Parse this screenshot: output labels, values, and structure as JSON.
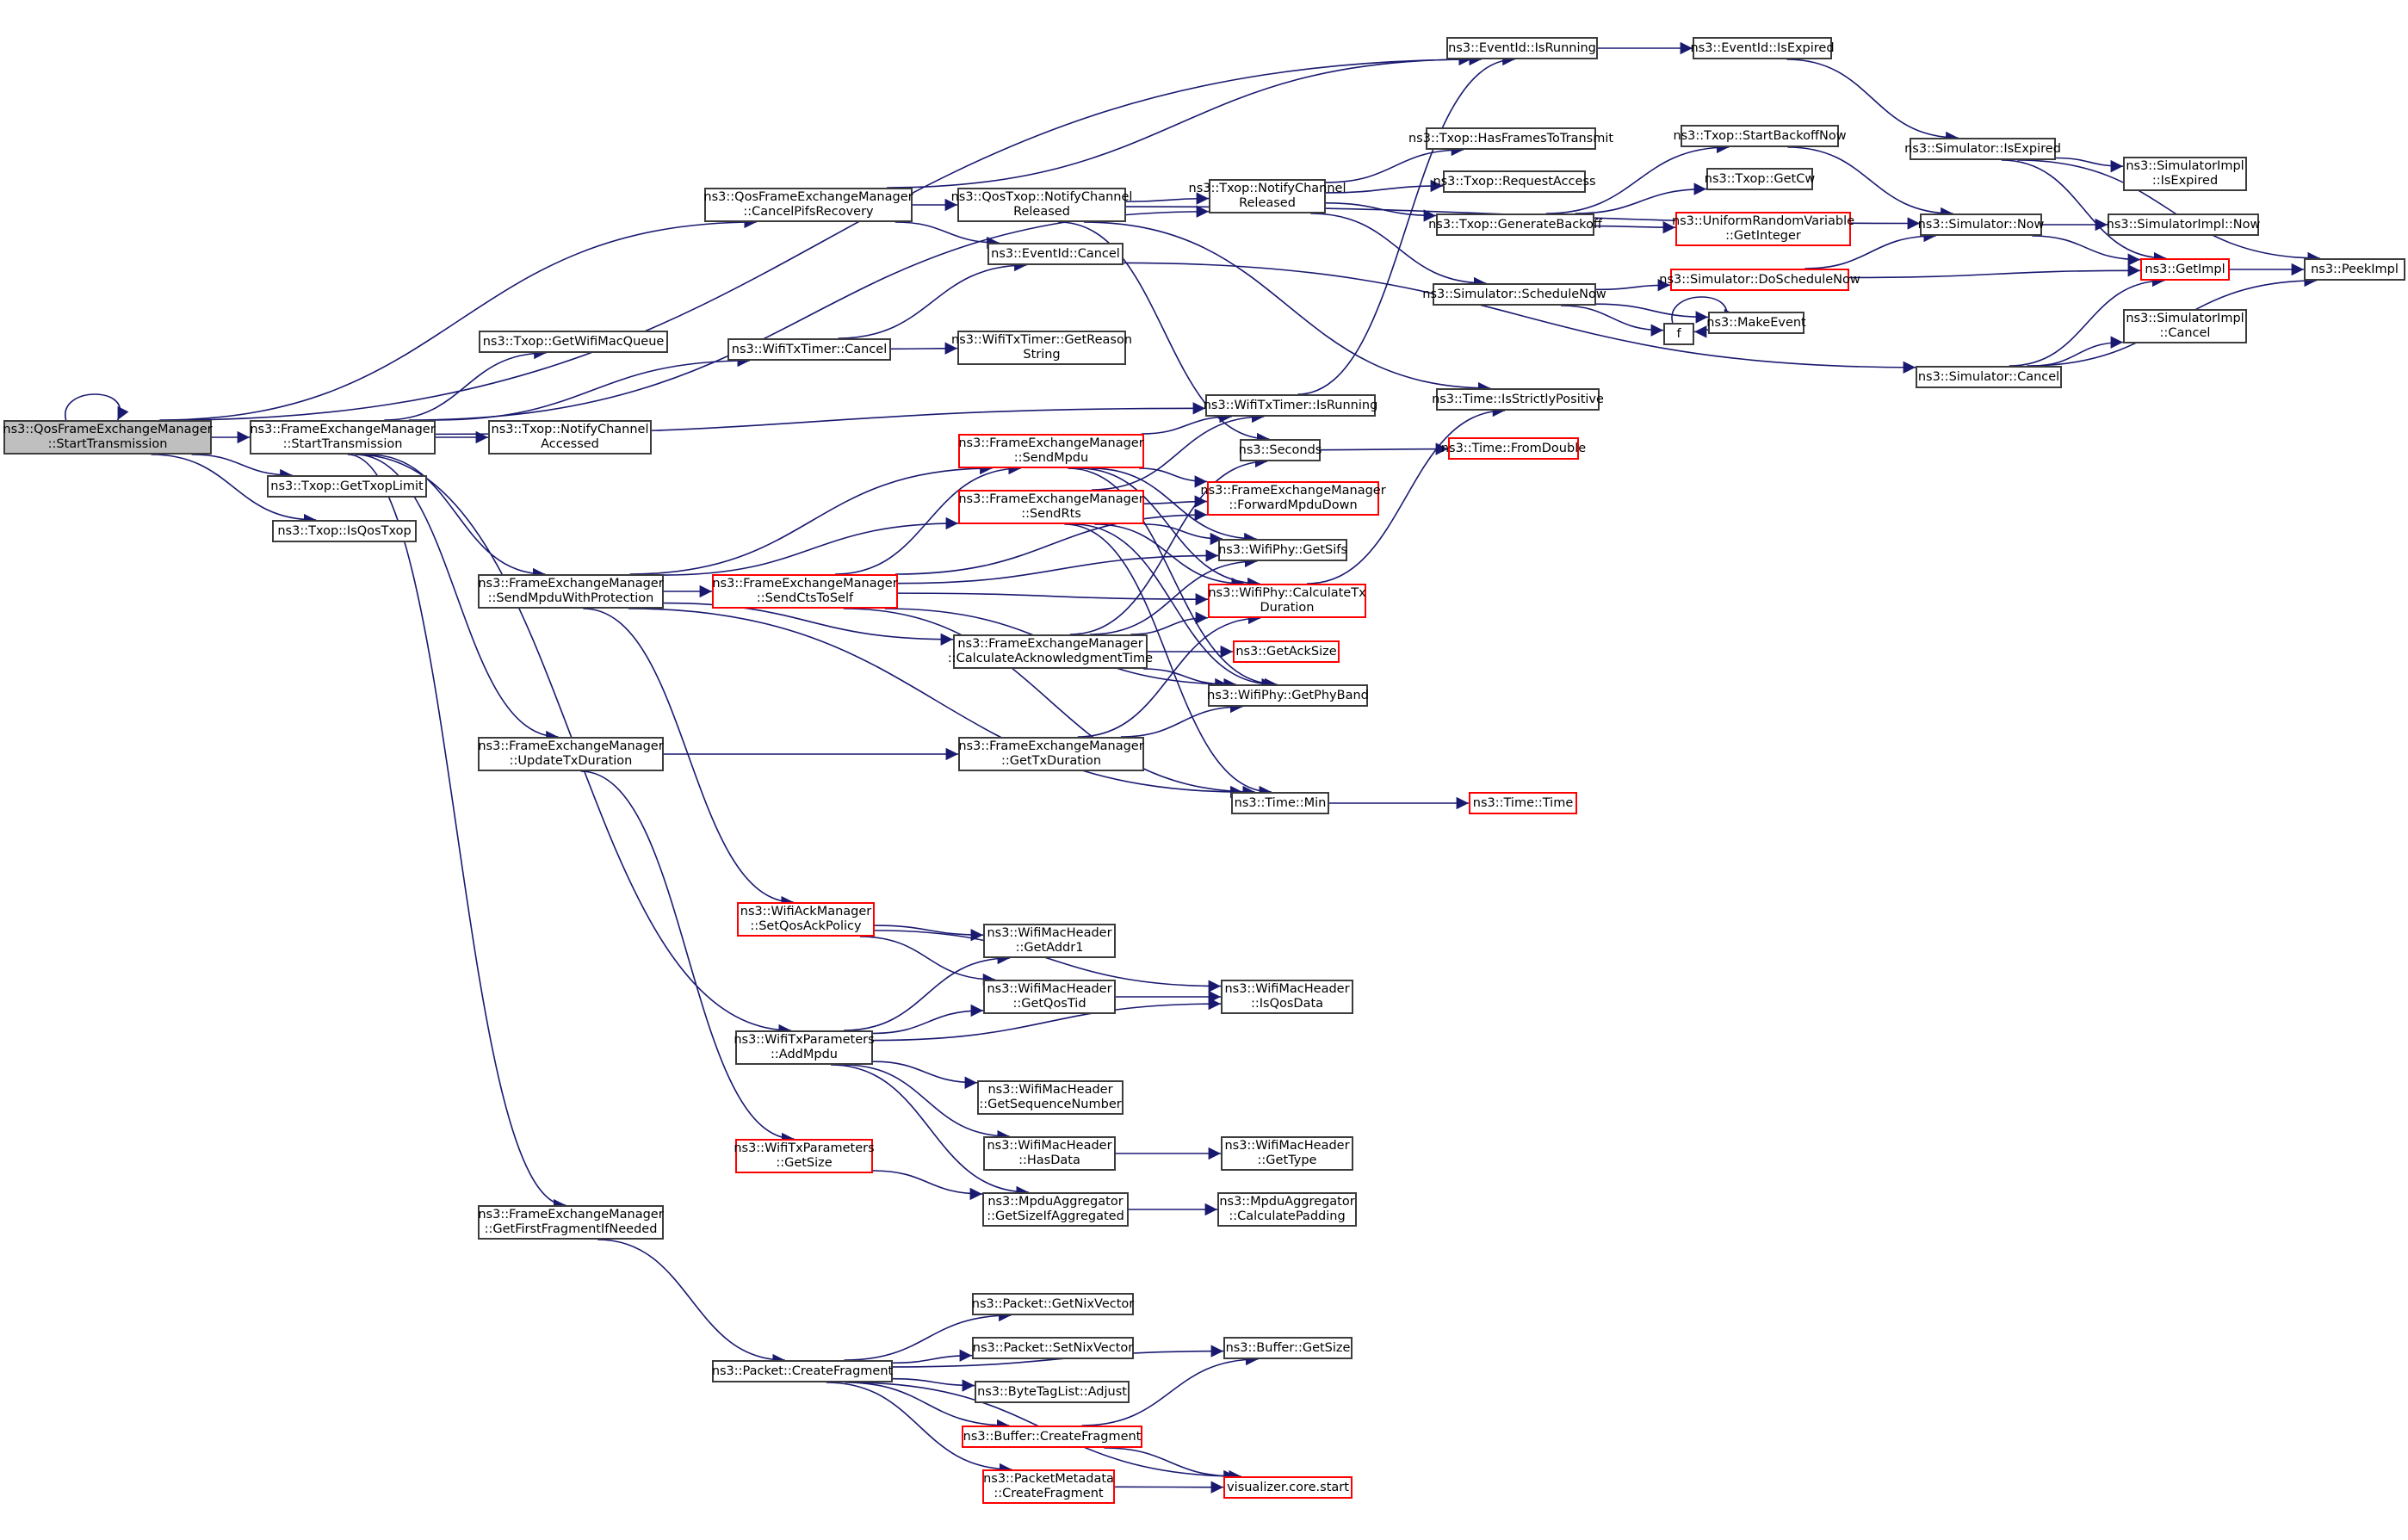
{
  "diagram": {
    "type": "call-graph",
    "edge_color": "#191970",
    "colors": {
      "normal_border": "#3c3c3c",
      "truncated_border": "#ff0000",
      "root_fill": "#bfbfbf"
    },
    "nodes": [
      {
        "id": "root",
        "label": "ns3::QosFrameExchangeManager\n::StartTransmission",
        "style": "root"
      },
      {
        "id": "fem_start",
        "label": "ns3::FrameExchangeManager\n::StartTransmission",
        "style": "normal"
      },
      {
        "id": "txop_limit",
        "label": "ns3::Txop::GetTxopLimit",
        "style": "normal"
      },
      {
        "id": "is_qos_txop",
        "label": "ns3::Txop::IsQosTxop",
        "style": "normal"
      },
      {
        "id": "cancel_pifs",
        "label": "ns3::QosFrameExchangeManager\n::CancelPifsRecovery",
        "style": "normal"
      },
      {
        "id": "get_mac_queue",
        "label": "ns3::Txop::GetWifiMacQueue",
        "style": "normal"
      },
      {
        "id": "notify_accessed",
        "label": "ns3::Txop::NotifyChannel\nAccessed",
        "style": "normal"
      },
      {
        "id": "send_mpdu_prot",
        "label": "ns3::FrameExchangeManager\n::SendMpduWithProtection",
        "style": "normal"
      },
      {
        "id": "update_tx_dur",
        "label": "ns3::FrameExchangeManager\n::UpdateTxDuration",
        "style": "normal"
      },
      {
        "id": "get_first_frag",
        "label": "ns3::FrameExchangeManager\n::GetFirstFragmentIfNeeded",
        "style": "normal"
      },
      {
        "id": "qos_notify_rel",
        "label": "ns3::QosTxop::NotifyChannel\nReleased",
        "style": "normal"
      },
      {
        "id": "eventid_cancel",
        "label": "ns3::EventId::Cancel",
        "style": "normal"
      },
      {
        "id": "timer_cancel",
        "label": "ns3::WifiTxTimer::Cancel",
        "style": "normal"
      },
      {
        "id": "reason_string",
        "label": "ns3::WifiTxTimer::GetReason\nString",
        "style": "normal"
      },
      {
        "id": "send_mpdu",
        "label": "ns3::FrameExchangeManager\n::SendMpdu",
        "style": "red"
      },
      {
        "id": "send_rts",
        "label": "ns3::FrameExchangeManager\n::SendRts",
        "style": "red"
      },
      {
        "id": "send_cts_self",
        "label": "ns3::FrameExchangeManager\n::SendCtsToSelf",
        "style": "red"
      },
      {
        "id": "calc_ack_time",
        "label": "ns3::FrameExchangeManager\n::CalculateAcknowledgmentTime",
        "style": "normal"
      },
      {
        "id": "get_tx_dur",
        "label": "ns3::FrameExchangeManager\n::GetTxDuration",
        "style": "normal"
      },
      {
        "id": "set_qos_ack",
        "label": "ns3::WifiAckManager\n::SetQosAckPolicy",
        "style": "red"
      },
      {
        "id": "add_mpdu",
        "label": "ns3::WifiTxParameters\n::AddMpdu",
        "style": "normal"
      },
      {
        "id": "txparams_size",
        "label": "ns3::WifiTxParameters\n::GetSize",
        "style": "red"
      },
      {
        "id": "pkt_create_frag",
        "label": "ns3::Packet::CreateFragment",
        "style": "normal"
      },
      {
        "id": "eventid_running",
        "label": "ns3::EventId::IsRunning",
        "style": "normal"
      },
      {
        "id": "eventid_expired",
        "label": "ns3::EventId::IsExpired",
        "style": "normal"
      },
      {
        "id": "txop_notify_rel",
        "label": "ns3::Txop::NotifyChannel\nReleased",
        "style": "normal"
      },
      {
        "id": "has_frames",
        "label": "ns3::Txop::HasFramesToTransmit",
        "style": "normal"
      },
      {
        "id": "request_access",
        "label": "ns3::Txop::RequestAccess",
        "style": "normal"
      },
      {
        "id": "gen_backoff",
        "label": "ns3::Txop::GenerateBackoff",
        "style": "normal"
      },
      {
        "id": "sched_now",
        "label": "ns3::Simulator::ScheduleNow",
        "style": "normal"
      },
      {
        "id": "timer_running",
        "label": "ns3::WifiTxTimer::IsRunning",
        "style": "normal"
      },
      {
        "id": "seconds",
        "label": "ns3::Seconds",
        "style": "normal"
      },
      {
        "id": "fwd_mpdu_down",
        "label": "ns3::FrameExchangeManager\n::ForwardMpduDown",
        "style": "red"
      },
      {
        "id": "get_sifs",
        "label": "ns3::WifiPhy::GetSifs",
        "style": "normal"
      },
      {
        "id": "calc_tx_dur",
        "label": "ns3::WifiPhy::CalculateTx\nDuration",
        "style": "red"
      },
      {
        "id": "get_ack_size",
        "label": "ns3::GetAckSize",
        "style": "red"
      },
      {
        "id": "get_phy_band",
        "label": "ns3::WifiPhy::GetPhyBand",
        "style": "normal"
      },
      {
        "id": "time_min",
        "label": "ns3::Time::Min",
        "style": "normal"
      },
      {
        "id": "time_time",
        "label": "ns3::Time::Time",
        "style": "red"
      },
      {
        "id": "start_backoff",
        "label": "ns3::Txop::StartBackoffNow",
        "style": "normal"
      },
      {
        "id": "get_cw",
        "label": "ns3::Txop::GetCw",
        "style": "normal"
      },
      {
        "id": "urv_get_int",
        "label": "ns3::UniformRandomVariable\n::GetInteger",
        "style": "red"
      },
      {
        "id": "do_sched_now",
        "label": "ns3::Simulator::DoScheduleNow",
        "style": "red"
      },
      {
        "id": "make_event",
        "label": "ns3::MakeEvent",
        "style": "normal"
      },
      {
        "id": "f",
        "label": "f",
        "style": "normal"
      },
      {
        "id": "strictly_pos",
        "label": "ns3::Time::IsStrictlyPositive",
        "style": "normal"
      },
      {
        "id": "from_double",
        "label": "ns3::Time::FromDouble",
        "style": "red"
      },
      {
        "id": "sim_expired",
        "label": "ns3::Simulator::IsExpired",
        "style": "normal"
      },
      {
        "id": "simimpl_expired",
        "label": "ns3::SimulatorImpl\n::IsExpired",
        "style": "normal"
      },
      {
        "id": "sim_now",
        "label": "ns3::Simulator::Now",
        "style": "normal"
      },
      {
        "id": "simimpl_now",
        "label": "ns3::SimulatorImpl::Now",
        "style": "normal"
      },
      {
        "id": "get_impl",
        "label": "ns3::GetImpl",
        "style": "red"
      },
      {
        "id": "peek_impl",
        "label": "ns3::PeekImpl",
        "style": "normal"
      },
      {
        "id": "simimpl_cancel",
        "label": "ns3::SimulatorImpl\n::Cancel",
        "style": "normal"
      },
      {
        "id": "sim_cancel",
        "label": "ns3::Simulator::Cancel",
        "style": "normal"
      },
      {
        "id": "hdr_addr1",
        "label": "ns3::WifiMacHeader\n::GetAddr1",
        "style": "normal"
      },
      {
        "id": "hdr_qos_tid",
        "label": "ns3::WifiMacHeader\n::GetQosTid",
        "style": "normal"
      },
      {
        "id": "hdr_is_qos",
        "label": "ns3::WifiMacHeader\n::IsQosData",
        "style": "normal"
      },
      {
        "id": "hdr_seq",
        "label": "ns3::WifiMacHeader\n::GetSequenceNumber",
        "style": "normal"
      },
      {
        "id": "hdr_has_data",
        "label": "ns3::WifiMacHeader\n::HasData",
        "style": "normal"
      },
      {
        "id": "hdr_type",
        "label": "ns3::WifiMacHeader\n::GetType",
        "style": "normal"
      },
      {
        "id": "agg_size",
        "label": "ns3::MpduAggregator\n::GetSizeIfAggregated",
        "style": "normal"
      },
      {
        "id": "agg_padding",
        "label": "ns3::MpduAggregator\n::CalculatePadding",
        "style": "normal"
      },
      {
        "id": "get_nix",
        "label": "ns3::Packet::GetNixVector",
        "style": "normal"
      },
      {
        "id": "set_nix",
        "label": "ns3::Packet::SetNixVector",
        "style": "normal"
      },
      {
        "id": "btl_adjust",
        "label": "ns3::ByteTagList::Adjust",
        "style": "normal"
      },
      {
        "id": "buf_create_frag",
        "label": "ns3::Buffer::CreateFragment",
        "style": "red"
      },
      {
        "id": "meta_create_frag",
        "label": "ns3::PacketMetadata\n::CreateFragment",
        "style": "red"
      },
      {
        "id": "buf_size",
        "label": "ns3::Buffer::GetSize",
        "style": "normal"
      },
      {
        "id": "viz_start",
        "label": "visualizer.core.start",
        "style": "red"
      }
    ],
    "edges": [
      [
        "root",
        "root"
      ],
      [
        "root",
        "fem_start"
      ],
      [
        "root",
        "txop_limit"
      ],
      [
        "root",
        "is_qos_txop"
      ],
      [
        "root",
        "cancel_pifs"
      ],
      [
        "root",
        "eventid_running"
      ],
      [
        "fem_start",
        "get_mac_queue"
      ],
      [
        "fem_start",
        "notify_accessed"
      ],
      [
        "fem_start",
        "send_mpdu_prot"
      ],
      [
        "fem_start",
        "update_tx_dur"
      ],
      [
        "fem_start",
        "get_first_frag"
      ],
      [
        "fem_start",
        "timer_cancel"
      ],
      [
        "fem_start",
        "txop_notify_rel"
      ],
      [
        "fem_start",
        "timer_running"
      ],
      [
        "fem_start",
        "add_mpdu"
      ],
      [
        "cancel_pifs",
        "qos_notify_rel"
      ],
      [
        "cancel_pifs",
        "eventid_cancel"
      ],
      [
        "cancel_pifs",
        "eventid_running"
      ],
      [
        "qos_notify_rel",
        "txop_notify_rel"
      ],
      [
        "qos_notify_rel",
        "seconds"
      ],
      [
        "qos_notify_rel",
        "strictly_pos"
      ],
      [
        "qos_notify_rel",
        "sim_now"
      ],
      [
        "eventid_cancel",
        "sim_cancel"
      ],
      [
        "timer_cancel",
        "eventid_cancel"
      ],
      [
        "timer_cancel",
        "reason_string"
      ],
      [
        "send_mpdu_prot",
        "send_mpdu"
      ],
      [
        "send_mpdu_prot",
        "send_rts"
      ],
      [
        "send_mpdu_prot",
        "send_cts_self"
      ],
      [
        "send_mpdu_prot",
        "calc_ack_time"
      ],
      [
        "send_mpdu_prot",
        "set_qos_ack"
      ],
      [
        "send_mpdu_prot",
        "time_min"
      ],
      [
        "send_cts_self",
        "send_mpdu"
      ],
      [
        "send_cts_self",
        "get_sifs"
      ],
      [
        "send_cts_self",
        "calc_tx_dur"
      ],
      [
        "send_cts_self",
        "get_phy_band"
      ],
      [
        "send_cts_self",
        "time_min"
      ],
      [
        "send_cts_self",
        "fwd_mpdu_down"
      ],
      [
        "send_mpdu",
        "timer_running"
      ],
      [
        "send_mpdu",
        "fwd_mpdu_down"
      ],
      [
        "send_mpdu",
        "get_sifs"
      ],
      [
        "send_mpdu",
        "calc_tx_dur"
      ],
      [
        "send_mpdu",
        "get_phy_band"
      ],
      [
        "send_rts",
        "timer_running"
      ],
      [
        "send_rts",
        "fwd_mpdu_down"
      ],
      [
        "send_rts",
        "get_sifs"
      ],
      [
        "send_rts",
        "calc_tx_dur"
      ],
      [
        "send_rts",
        "get_phy_band"
      ],
      [
        "send_rts",
        "time_min"
      ],
      [
        "calc_ack_time",
        "seconds"
      ],
      [
        "calc_ack_time",
        "get_sifs"
      ],
      [
        "calc_ack_time",
        "calc_tx_dur"
      ],
      [
        "calc_ack_time",
        "get_ack_size"
      ],
      [
        "calc_ack_time",
        "get_phy_band"
      ],
      [
        "get_tx_dur",
        "calc_tx_dur"
      ],
      [
        "get_tx_dur",
        "get_phy_band"
      ],
      [
        "update_tx_dur",
        "get_tx_dur"
      ],
      [
        "update_tx_dur",
        "txparams_size"
      ],
      [
        "timer_running",
        "eventid_running"
      ],
      [
        "eventid_running",
        "eventid_expired"
      ],
      [
        "eventid_expired",
        "sim_expired"
      ],
      [
        "txop_notify_rel",
        "has_frames"
      ],
      [
        "txop_notify_rel",
        "request_access"
      ],
      [
        "txop_notify_rel",
        "gen_backoff"
      ],
      [
        "txop_notify_rel",
        "sched_now"
      ],
      [
        "gen_backoff",
        "start_backoff"
      ],
      [
        "gen_backoff",
        "get_cw"
      ],
      [
        "gen_backoff",
        "urv_get_int"
      ],
      [
        "start_backoff",
        "sim_now"
      ],
      [
        "sched_now",
        "do_sched_now"
      ],
      [
        "sched_now",
        "make_event"
      ],
      [
        "sched_now",
        "f"
      ],
      [
        "do_sched_now",
        "sim_now"
      ],
      [
        "do_sched_now",
        "get_impl"
      ],
      [
        "make_event",
        "f"
      ],
      [
        "f",
        "f"
      ],
      [
        "seconds",
        "from_double"
      ],
      [
        "calc_tx_dur",
        "strictly_pos"
      ],
      [
        "time_min",
        "time_time"
      ],
      [
        "sim_expired",
        "simimpl_expired"
      ],
      [
        "sim_expired",
        "get_impl"
      ],
      [
        "sim_expired",
        "peek_impl"
      ],
      [
        "sim_now",
        "simimpl_now"
      ],
      [
        "sim_now",
        "get_impl"
      ],
      [
        "get_impl",
        "peek_impl"
      ],
      [
        "sim_cancel",
        "simimpl_cancel"
      ],
      [
        "sim_cancel",
        "get_impl"
      ],
      [
        "sim_cancel",
        "peek_impl"
      ],
      [
        "set_qos_ack",
        "hdr_addr1"
      ],
      [
        "set_qos_ack",
        "hdr_qos_tid"
      ],
      [
        "set_qos_ack",
        "hdr_is_qos"
      ],
      [
        "add_mpdu",
        "hdr_addr1"
      ],
      [
        "add_mpdu",
        "hdr_qos_tid"
      ],
      [
        "add_mpdu",
        "hdr_is_qos"
      ],
      [
        "add_mpdu",
        "hdr_seq"
      ],
      [
        "add_mpdu",
        "hdr_has_data"
      ],
      [
        "add_mpdu",
        "agg_size"
      ],
      [
        "hdr_qos_tid",
        "hdr_is_qos"
      ],
      [
        "hdr_has_data",
        "hdr_type"
      ],
      [
        "txparams_size",
        "agg_size"
      ],
      [
        "agg_size",
        "agg_padding"
      ],
      [
        "get_first_frag",
        "pkt_create_frag"
      ],
      [
        "pkt_create_frag",
        "get_nix"
      ],
      [
        "pkt_create_frag",
        "set_nix"
      ],
      [
        "pkt_create_frag",
        "btl_adjust"
      ],
      [
        "pkt_create_frag",
        "buf_create_frag"
      ],
      [
        "pkt_create_frag",
        "meta_create_frag"
      ],
      [
        "pkt_create_frag",
        "buf_size"
      ],
      [
        "pkt_create_frag",
        "viz_start"
      ],
      [
        "buf_create_frag",
        "buf_size"
      ],
      [
        "buf_create_frag",
        "viz_start"
      ],
      [
        "meta_create_frag",
        "viz_start"
      ]
    ]
  }
}
